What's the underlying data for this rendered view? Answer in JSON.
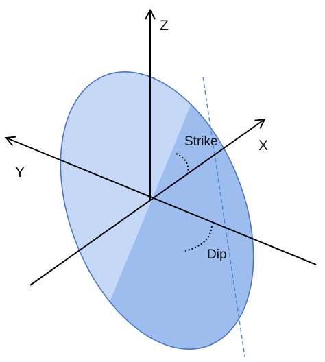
{
  "diagram": {
    "axes": {
      "z_label": "Z",
      "x_label": "X",
      "y_label": "Y"
    },
    "angles": {
      "strike_label": "Strike",
      "dip_label": "Dip"
    }
  },
  "colors": {
    "plane_light": "#c5d8f5",
    "plane_dark": "#9ebdef",
    "plane_edge": "#4a76c4",
    "dashed_line": "#4a86d8",
    "axis": "#000000",
    "arc": "#000000"
  }
}
